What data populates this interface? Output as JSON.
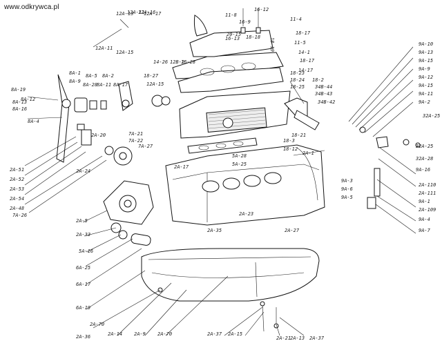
{
  "watermark": "www.odkrywca.pl",
  "labels": [
    "12A-13",
    "12A-11",
    "12A-16",
    "11-8",
    "16-12",
    "18-19",
    "11-4",
    "16-13",
    "18-17",
    "16-9",
    "11-5",
    "18-18",
    "12A-17",
    "20-15",
    "14-1",
    "18-17",
    "12A-11",
    "12A-15",
    "14-17",
    "8A-1",
    "8A-9",
    "8A-5",
    "8A-2",
    "14-26",
    "12B-2",
    "16-28",
    "8A-19",
    "8A-12",
    "8A-13",
    "8A-16",
    "8A-4",
    "8A-28",
    "8A-11",
    "8A-17",
    "18-27",
    "12A-15",
    "18-23",
    "18-24",
    "18-25",
    "18-2",
    "34B-44",
    "34B-43",
    "34B-42",
    "9A-10",
    "9A-13",
    "9A-15",
    "9A-9",
    "9A-12",
    "9A-15",
    "9A-11",
    "9A-2",
    "32A-25",
    "32A-25",
    "32A-28",
    "9A-16",
    "2A-110",
    "2A-111",
    "9A-1",
    "2A-109",
    "9A-4",
    "9A-7",
    "9A-3",
    "9A-6",
    "9A-5",
    "18-3",
    "18-21",
    "18-12",
    "2A-1",
    "5A-28",
    "5A-25",
    "2A-23",
    "2A-17",
    "2A-51",
    "2A-52",
    "2A-53",
    "2A-54",
    "2A-48",
    "7A-26",
    "2A-20",
    "7A-21",
    "7A-22",
    "7A-27",
    "2A-24",
    "2A-5",
    "2A-33",
    "5A-16",
    "6A-25",
    "6A-17",
    "6A-19",
    "2A-70",
    "2A-14",
    "2A-9",
    "2A-70",
    "2A-37",
    "2A-15",
    "2A-21",
    "2A-13",
    "2A-37",
    "2A-35",
    "2A-27",
    "2A-36"
  ]
}
